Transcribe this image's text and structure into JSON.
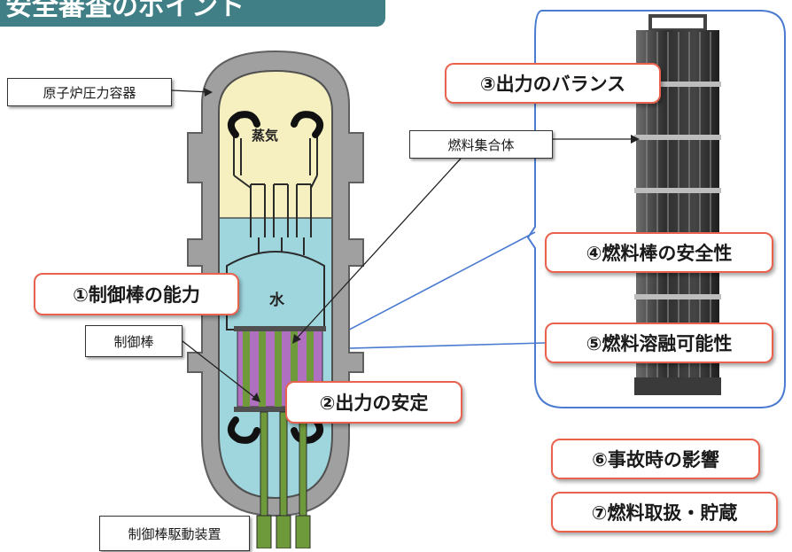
{
  "title": "安全審査のポイント",
  "callouts": {
    "c1": "①制御棒の能力",
    "c2": "②出力の安定",
    "c3": "③出力のバランス",
    "c4": "④燃料棒の安全性",
    "c5": "⑤燃料溶融可能性",
    "c6": "⑥事故時の影響",
    "c7": "⑦燃料取扱・貯蔵"
  },
  "labels": {
    "vessel": "原子炉圧力容器",
    "assembly": "燃料集合体",
    "rod": "制御棒",
    "drive": "制御棒駆動装置",
    "steam": "蒸気",
    "water": "水"
  },
  "colors": {
    "accent_border": "#e8624d",
    "title_bg": "#3f7f85",
    "vessel_shell": "#9a9a9a",
    "steam_fill": "#f6efbf",
    "water_fill": "#9fd6de",
    "fuel_magenta": "#b070c0",
    "rod_green": "#6e9a3c",
    "frame_blue": "#4a7bd0"
  }
}
